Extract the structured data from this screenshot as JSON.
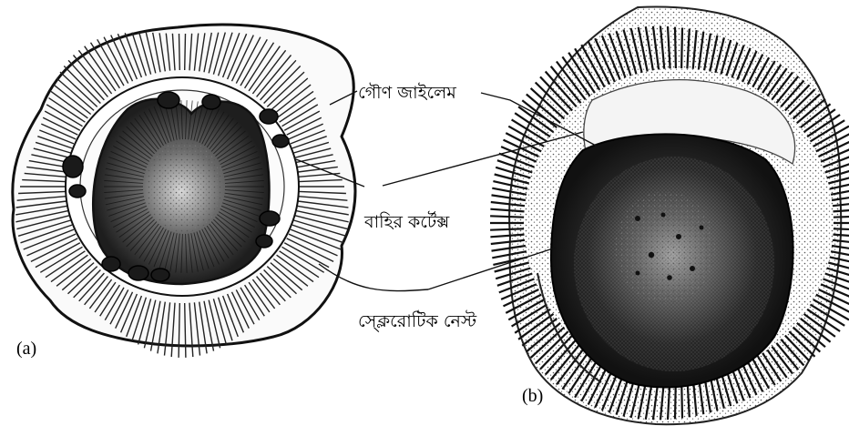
{
  "figure": {
    "panels": [
      {
        "id": "a",
        "label": "(a)"
      },
      {
        "id": "b",
        "label": "(b)"
      }
    ],
    "labels": [
      {
        "id": "secondary-xylem",
        "text": "গৌণ জাইলেম"
      },
      {
        "id": "outer-cortex",
        "text": "বাহির কর্টেক্স"
      },
      {
        "id": "sclerotic-nest",
        "text": "স্ক্লেরোটিক নেস্ট"
      }
    ]
  },
  "colors": {
    "ink": "#1a1a1a",
    "paper": "#ffffff"
  }
}
